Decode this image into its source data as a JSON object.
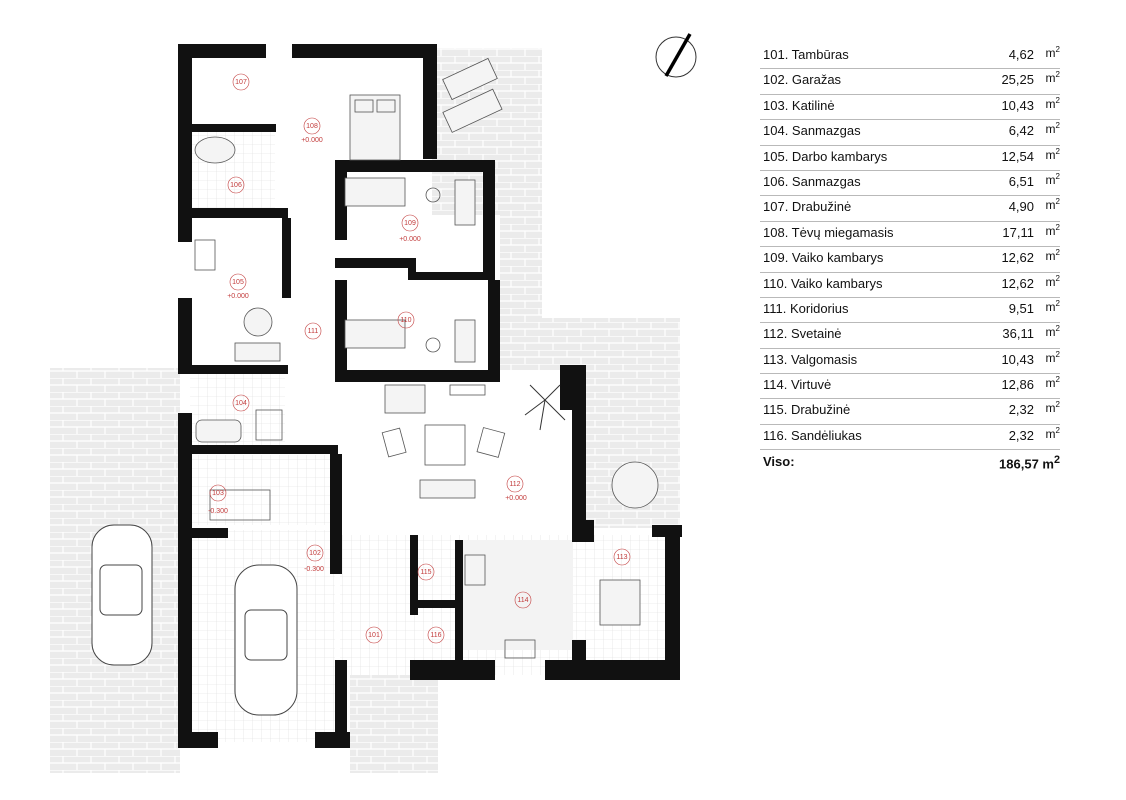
{
  "rooms": [
    {
      "num": "101",
      "name": "101. Tambūras",
      "area": "4,62",
      "unit": "m",
      "power": "2"
    },
    {
      "num": "102",
      "name": "102. Garažas",
      "area": "25,25",
      "unit": "m",
      "power": "2"
    },
    {
      "num": "103",
      "name": "103. Katilinė",
      "area": "10,43",
      "unit": "m",
      "power": "2"
    },
    {
      "num": "104",
      "name": "104. Sanmazgas",
      "area": "6,42",
      "unit": "m",
      "power": "2"
    },
    {
      "num": "105",
      "name": "105. Darbo kambarys",
      "area": "12,54",
      "unit": "m",
      "power": "2"
    },
    {
      "num": "106",
      "name": "106. Sanmazgas",
      "area": "6,51",
      "unit": "m",
      "power": "2"
    },
    {
      "num": "107",
      "name": "107. Drabužinė",
      "area": "4,90",
      "unit": "m",
      "power": "2"
    },
    {
      "num": "108",
      "name": "108. Tėvų miegamasis",
      "area": "17,11",
      "unit": "m",
      "power": "2"
    },
    {
      "num": "109",
      "name": "109. Vaiko kambarys",
      "area": "12,62",
      "unit": "m",
      "power": "2"
    },
    {
      "num": "110",
      "name": "110. Vaiko kambarys",
      "area": "12,62",
      "unit": "m",
      "power": "2"
    },
    {
      "num": "111",
      "name": "111. Koridorius",
      "area": "9,51",
      "unit": "m",
      "power": "2"
    },
    {
      "num": "112",
      "name": "112. Svetainė",
      "area": "36,11",
      "unit": "m",
      "power": "2"
    },
    {
      "num": "113",
      "name": "113. Valgomasis",
      "area": "10,43",
      "unit": "m",
      "power": "2"
    },
    {
      "num": "114",
      "name": "114. Virtuvė",
      "area": "12,86",
      "unit": "m",
      "power": "2"
    },
    {
      "num": "115",
      "name": "115. Drabužinė",
      "area": "2,32",
      "unit": "m",
      "power": "2"
    },
    {
      "num": "116",
      "name": "116. Sandėliukas",
      "area": "2,32",
      "unit": "m",
      "power": "2"
    }
  ],
  "total": {
    "label": "Viso:",
    "area": "186,57 m",
    "power": "2"
  },
  "levels": {
    "l108": "+0.000",
    "l109": "+0.000",
    "l105": "+0.000",
    "l112": "+0.000",
    "l103": "-0.300",
    "l102": "-0.300"
  },
  "colors": {
    "wall": "#111111",
    "paving": "#e6e6e6",
    "room_label": "#c23b3b",
    "rule": "#b9b9b9"
  }
}
